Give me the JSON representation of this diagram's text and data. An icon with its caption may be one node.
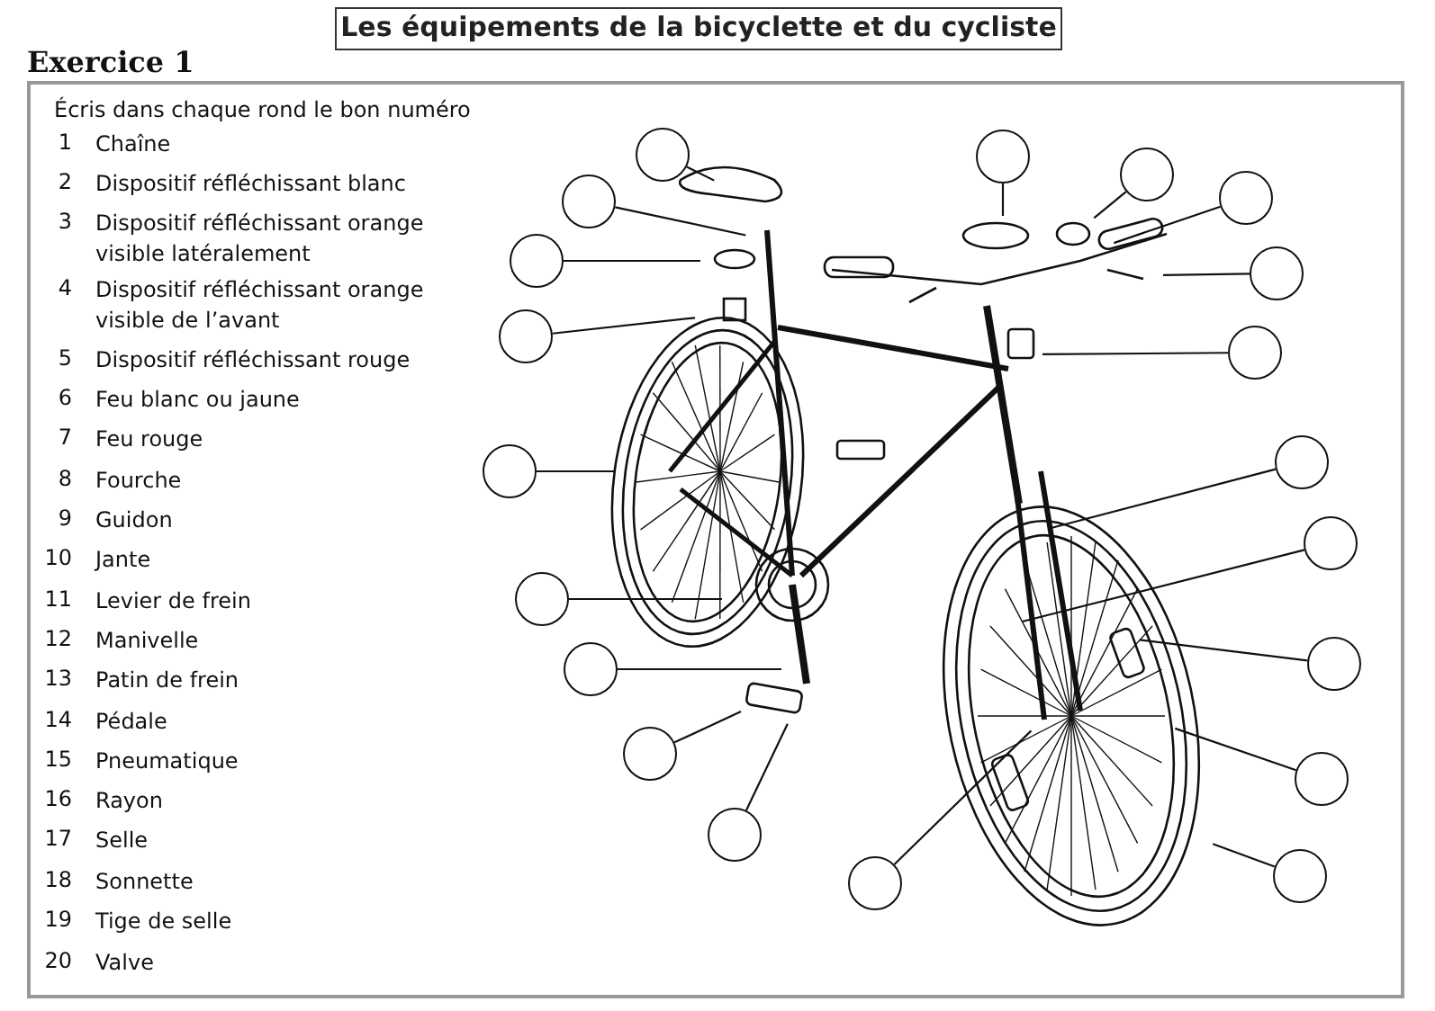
{
  "diagram": {
    "title": "Les équipements de la bicyclette et du cycliste",
    "nodes": [
      {
        "text": [],
        "shape": "circle"
      },
      {
        "text": [],
        "shape": "circle"
      },
      {
        "text": [],
        "shape": "circle"
      },
      {
        "text": [],
        "shape": "circle"
      },
      {
        "text": [],
        "shape": "circle"
      },
      {
        "text": [],
        "shape": "circle"
      },
      {
        "text": [],
        "shape": "circle"
      },
      {
        "text": [],
        "shape": "circle"
      },
      {
        "text": [],
        "shape": "circle"
      },
      {
        "text": [],
        "shape": "circle"
      },
      {
        "text": [],
        "shape": "circle"
      },
      {
        "text": [],
        "shape": "circle"
      },
      {
        "text": [],
        "shape": "circle"
      },
      {
        "text": [],
        "shape": "circle"
      },
      {
        "text": [],
        "shape": "circle"
      },
      {
        "text": [],
        "shape": "circle"
      },
      {
        "text": [],
        "shape": "circle"
      },
      {
        "text": [],
        "shape": "circle"
      },
      {
        "text": [],
        "shape": "circle"
      },
      {
        "text": [],
        "shape": "circle"
      }
    ],
    "edges": [
      {
        "from": 0,
        "to": null,
        "arrow": "none"
      },
      {
        "from": 1,
        "to": null,
        "arrow": "none"
      },
      {
        "from": 2,
        "to": null,
        "arrow": "none"
      },
      {
        "from": 3,
        "to": null,
        "arrow": "none"
      },
      {
        "from": 4,
        "to": null,
        "arrow": "none"
      },
      {
        "from": 5,
        "to": null,
        "arrow": "none"
      },
      {
        "from": 6,
        "to": null,
        "arrow": "none"
      },
      {
        "from": 7,
        "to": null,
        "arrow": "none"
      },
      {
        "from": 8,
        "to": null,
        "arrow": "none"
      },
      {
        "from": 9,
        "to": null,
        "arrow": "none"
      },
      {
        "from": 10,
        "to": null,
        "arrow": "none"
      },
      {
        "from": 11,
        "to": null,
        "arrow": "none"
      },
      {
        "from": 12,
        "to": null,
        "arrow": "none"
      },
      {
        "from": 13,
        "to": null,
        "arrow": "none"
      },
      {
        "from": 14,
        "to": null,
        "arrow": "none"
      },
      {
        "from": 15,
        "to": null,
        "arrow": "none"
      },
      {
        "from": 16,
        "to": null,
        "arrow": "none"
      },
      {
        "from": 17,
        "to": null,
        "arrow": "none"
      },
      {
        "from": 18,
        "to": null,
        "arrow": "none"
      },
      {
        "from": 19,
        "to": null,
        "arrow": "none"
      }
    ],
    "labels": [
      "Exercice 1",
      "Écris dans chaque rond le bon numéro",
      "1",
      "Chaîne",
      "2",
      "Dispositif réfléchissant blanc",
      "3",
      "Dispositif réfléchissant orange visible latéralement",
      "4",
      "Dispositif réfléchissant orange visible de l’avant",
      "5",
      "Dispositif réfléchissant rouge",
      "6",
      "Feu blanc ou jaune",
      "7",
      "Feu rouge",
      "8",
      "Fourche",
      "9",
      "Guidon",
      "10",
      "Jante",
      "11",
      "Levier de frein",
      "12",
      "Manivelle",
      "13",
      "Patin de frein",
      "14",
      "Pédale",
      "15",
      "Pneumatique",
      "16",
      "Rayon",
      "17",
      "Selle",
      "18",
      "Sonnette",
      "19",
      "Tige de selle",
      "20",
      "Valve"
    ]
  }
}
